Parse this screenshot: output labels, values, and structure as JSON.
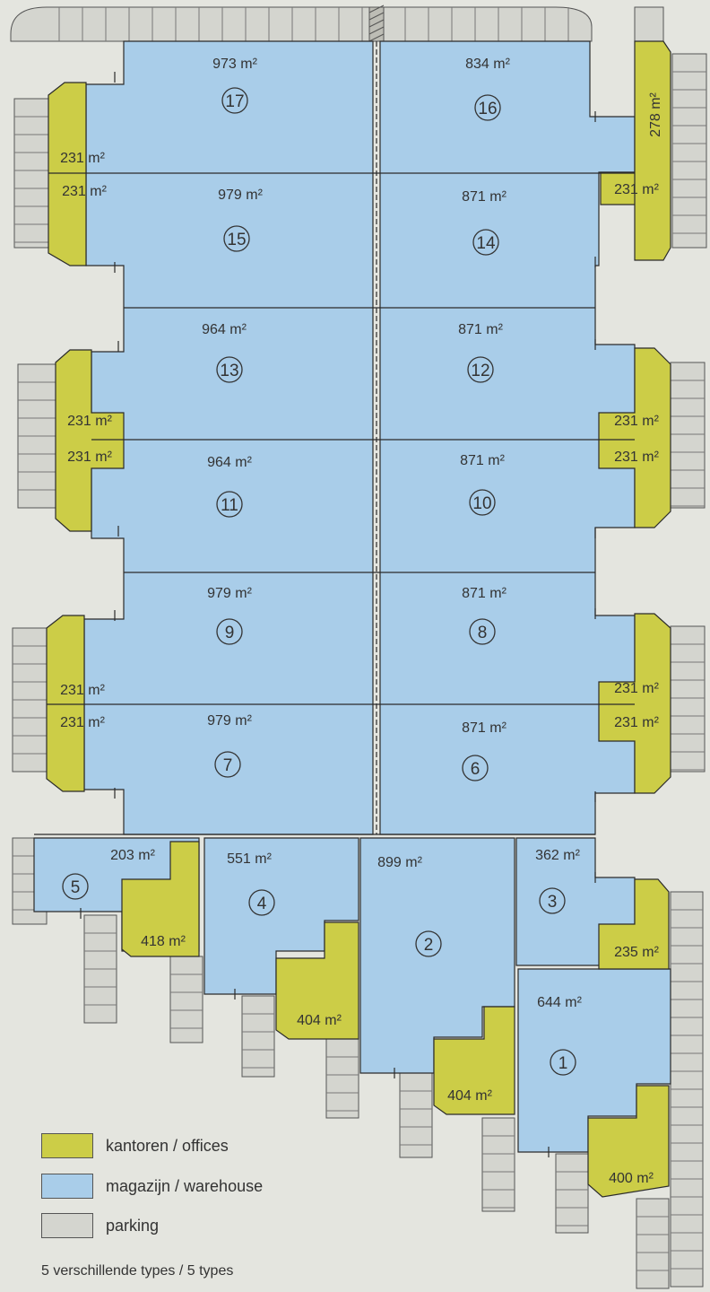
{
  "colors": {
    "office": "#cccd47",
    "warehouse": "#a9cde9",
    "parking": "#d4d5cf",
    "line": "#2b2b2b",
    "background": "#e4e5df"
  },
  "units": [
    {
      "id": "17",
      "warehouse": "973 m²",
      "office": "231 m²"
    },
    {
      "id": "16",
      "warehouse": "834 m²",
      "office": "278 m²"
    },
    {
      "id": "15",
      "warehouse": "979 m²",
      "office": "231 m²"
    },
    {
      "id": "14",
      "warehouse": "871 m²",
      "office": "231 m²"
    },
    {
      "id": "13",
      "warehouse": "964 m²",
      "office": "231 m²"
    },
    {
      "id": "12",
      "warehouse": "871 m²",
      "office": "231 m²"
    },
    {
      "id": "11",
      "warehouse": "964 m²",
      "office": "231 m²"
    },
    {
      "id": "10",
      "warehouse": "871 m²",
      "office": "231 m²"
    },
    {
      "id": "9",
      "warehouse": "979 m²",
      "office": "231 m²"
    },
    {
      "id": "8",
      "warehouse": "871 m²",
      "office": "231 m²"
    },
    {
      "id": "7",
      "warehouse": "979 m²",
      "office": "231 m²"
    },
    {
      "id": "6",
      "warehouse": "871 m²",
      "office": "231 m²"
    },
    {
      "id": "5",
      "warehouse": "203 m²",
      "office": "418 m²"
    },
    {
      "id": "4",
      "warehouse": "551 m²",
      "office": "404 m²"
    },
    {
      "id": "2",
      "warehouse": "899 m²",
      "office": "404 m²"
    },
    {
      "id": "3",
      "warehouse": "362 m²",
      "office": "235 m²"
    },
    {
      "id": "1",
      "warehouse": "644 m²",
      "office": "400 m²"
    }
  ],
  "legend": [
    {
      "key": "office",
      "label": "kantoren / offices"
    },
    {
      "key": "warehouse",
      "label": "magazijn / warehouse"
    },
    {
      "key": "parking",
      "label": "parking"
    }
  ],
  "footer": "5 verschillende types / 5 types"
}
